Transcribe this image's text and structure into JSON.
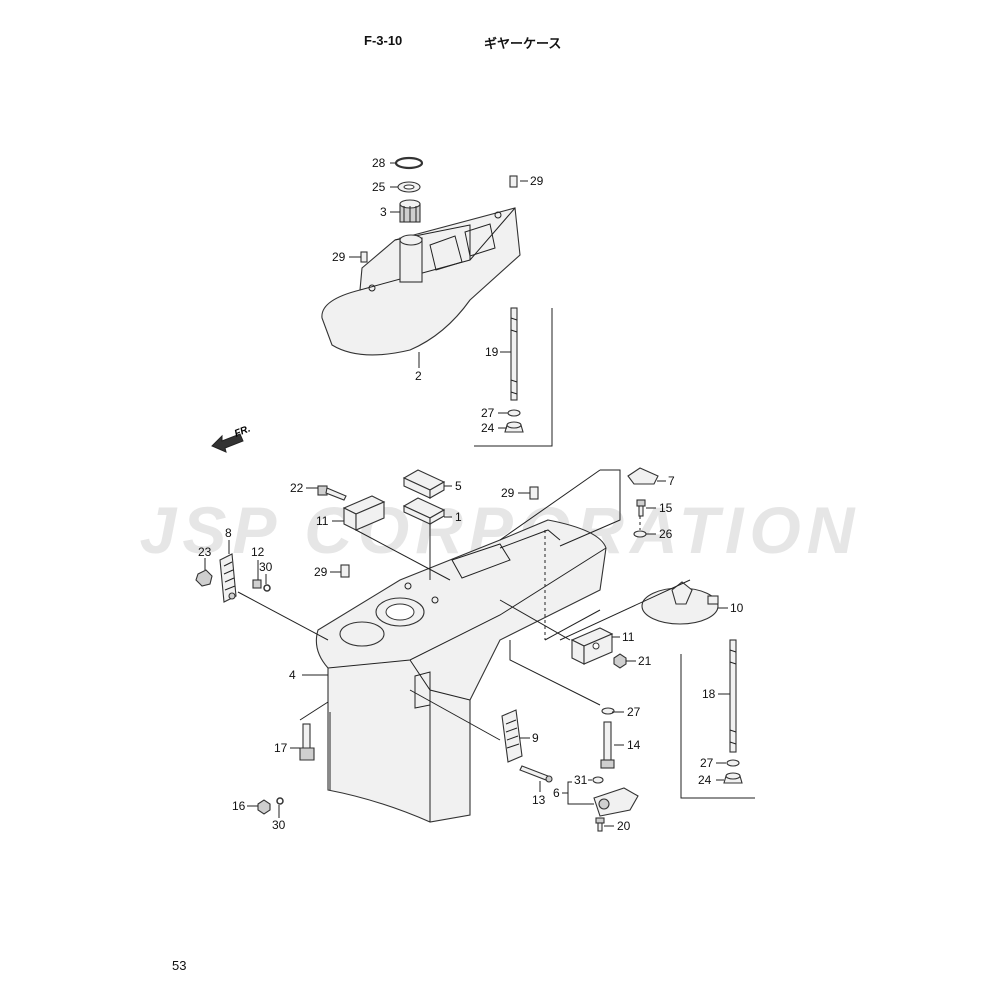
{
  "header": {
    "code": "F-3-10",
    "title": "ギヤーケース"
  },
  "page_number": "53",
  "watermark": {
    "text": "JSP CORPORATION",
    "color": "#e6e6e6"
  },
  "front_marker": "FR.",
  "callouts": [
    {
      "id": "c28a",
      "text": "28"
    },
    {
      "id": "c25a",
      "text": "25"
    },
    {
      "id": "c3",
      "text": "3"
    },
    {
      "id": "c29a",
      "text": "29"
    },
    {
      "id": "c29b",
      "text": "29"
    },
    {
      "id": "c2",
      "text": "2"
    },
    {
      "id": "c19",
      "text": "19"
    },
    {
      "id": "c27a",
      "text": "27"
    },
    {
      "id": "c24a",
      "text": "24"
    },
    {
      "id": "c22",
      "text": "22"
    },
    {
      "id": "c5",
      "text": "5"
    },
    {
      "id": "c11a",
      "text": "11"
    },
    {
      "id": "c1",
      "text": "1"
    },
    {
      "id": "c29c",
      "text": "29"
    },
    {
      "id": "c7",
      "text": "7"
    },
    {
      "id": "c15",
      "text": "15"
    },
    {
      "id": "c26",
      "text": "26"
    },
    {
      "id": "c8",
      "text": "8"
    },
    {
      "id": "c23",
      "text": "23"
    },
    {
      "id": "c12",
      "text": "12"
    },
    {
      "id": "c30a",
      "text": "30"
    },
    {
      "id": "c29d",
      "text": "29"
    },
    {
      "id": "c10",
      "text": "10"
    },
    {
      "id": "c11b",
      "text": "11"
    },
    {
      "id": "c21",
      "text": "21"
    },
    {
      "id": "c4",
      "text": "4"
    },
    {
      "id": "c18",
      "text": "18"
    },
    {
      "id": "c27b",
      "text": "27"
    },
    {
      "id": "c9",
      "text": "9"
    },
    {
      "id": "c14",
      "text": "14"
    },
    {
      "id": "c17",
      "text": "17"
    },
    {
      "id": "c27c",
      "text": "27"
    },
    {
      "id": "c24b",
      "text": "24"
    },
    {
      "id": "c31",
      "text": "31"
    },
    {
      "id": "c6",
      "text": "6"
    },
    {
      "id": "c13",
      "text": "13"
    },
    {
      "id": "c16",
      "text": "16"
    },
    {
      "id": "c30b",
      "text": "30"
    },
    {
      "id": "c20",
      "text": "20"
    }
  ]
}
